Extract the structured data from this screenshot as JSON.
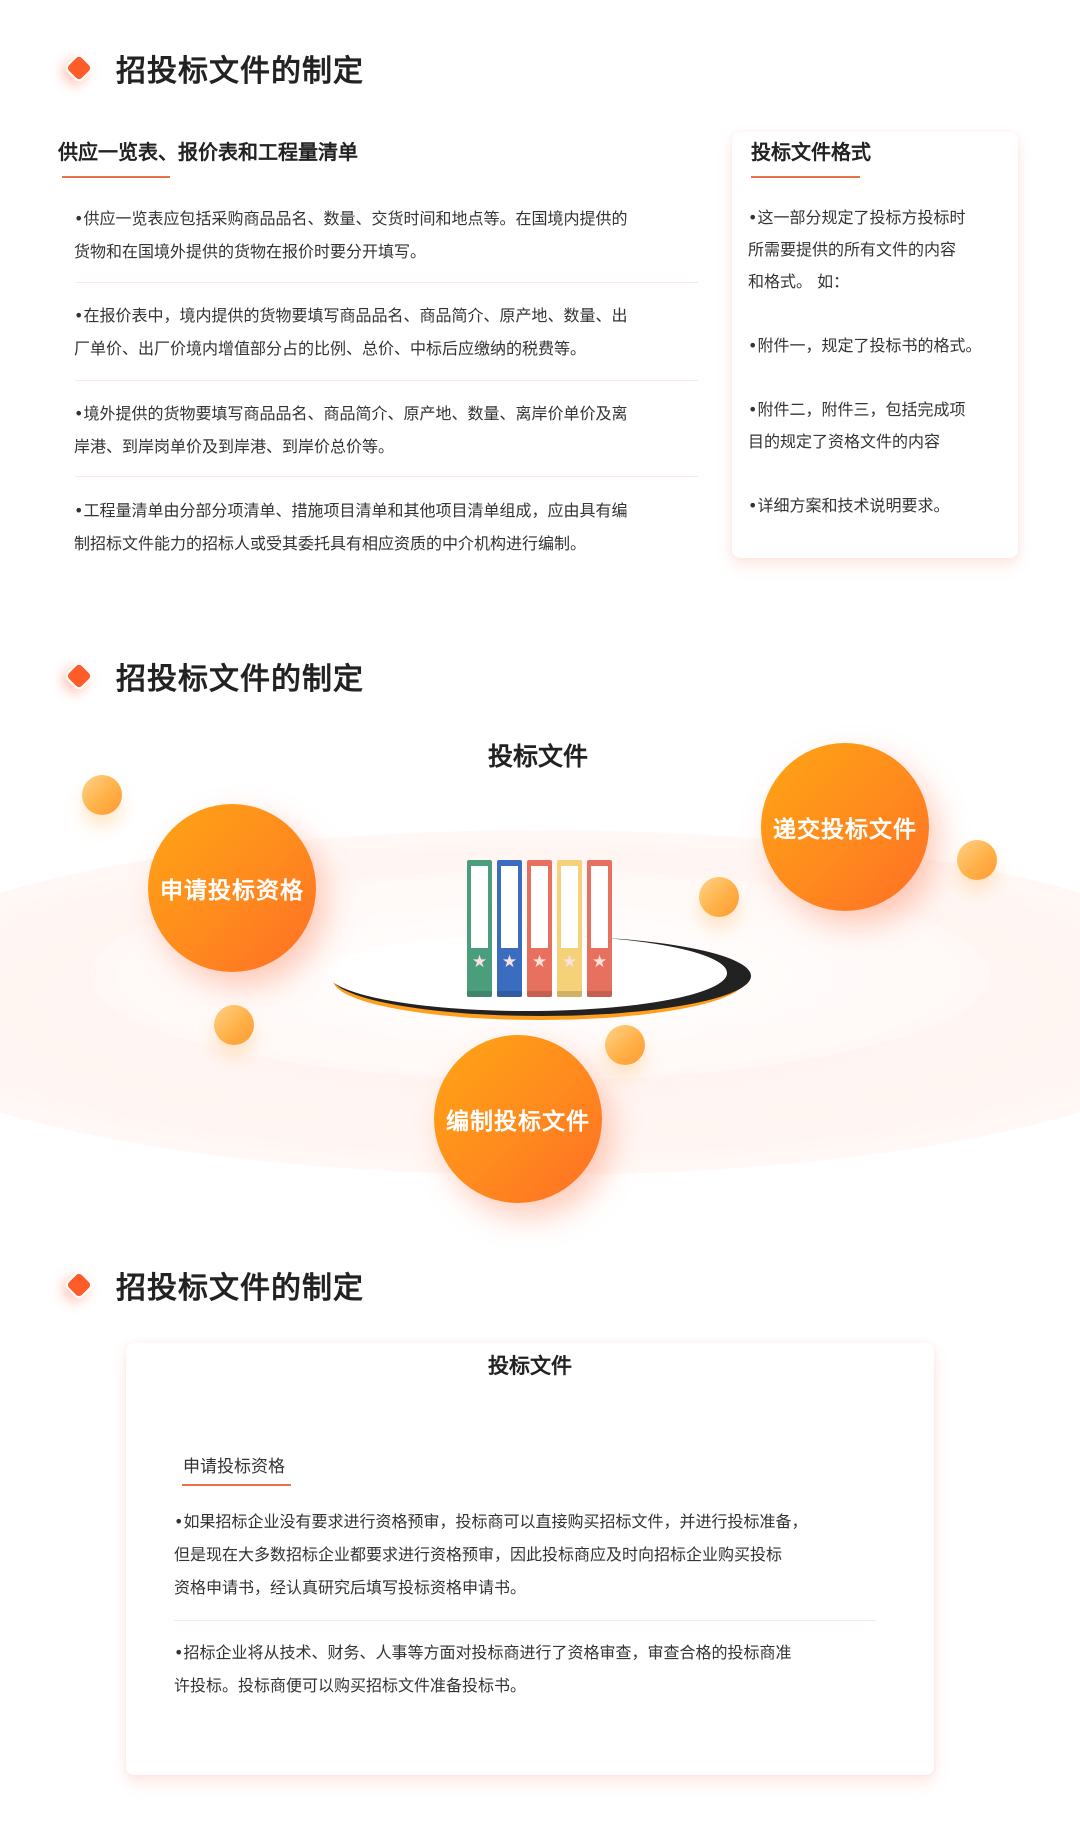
{
  "section1": {
    "title": "招投标文件的制定",
    "left": {
      "heading": "供应一览表、报价表和工程量清单",
      "items": [
        {
          "line1": "•供应一览表应包括采购商品品名、数量、交货时间和地点等。在国境内提供的",
          "line2": "货物和在国境外提供的货物在报价时要分开填写。"
        },
        {
          "line1": "•在报价表中，境内提供的货物要填写商品品名、商品简介、原产地、数量、出",
          "line2": "厂单价、出厂价境内增值部分占的比例、总价、中标后应缴纳的税费等。"
        },
        {
          "line1": "•境外提供的货物要填写商品品名、商品简介、原产地、数量、离岸价单价及离",
          "line2": "岸港、到岸岗单价及到岸港、到岸价总价等。"
        },
        {
          "line1": "•工程量清单由分部分项清单、措施项目清单和其他项目清单组成，应由具有编",
          "line2": "制招标文件能力的招标人或受其委托具有相应资质的中介机构进行编制。"
        }
      ]
    },
    "right": {
      "heading": "投标文件格式",
      "lines": [
        "•这一部分规定了投标方投标时",
        "所需要提供的所有文件的内容",
        "和格式。 如：",
        "•附件一，规定了投标书的格式。",
        "•附件二，附件三，包括完成项",
        "目的规定了资格文件的内容",
        "•详细方案和技术说明要求。"
      ]
    }
  },
  "section2": {
    "title": "招投标文件的制定",
    "center_label": "投标文件",
    "nodes": [
      {
        "label": "申请投标资格"
      },
      {
        "label": "递交投标文件"
      },
      {
        "label": "编制投标文件"
      }
    ],
    "binders": [
      {
        "color": "#4a9e7e",
        "icon": "★"
      },
      {
        "color": "#3a6cc0",
        "icon": "★"
      },
      {
        "color": "#e8705e",
        "icon": "★"
      },
      {
        "color": "#f5d27a",
        "icon": "★"
      },
      {
        "color": "#e8705e",
        "icon": "★"
      }
    ]
  },
  "section3": {
    "title": "招投标文件的制定",
    "card_title": "投标文件",
    "subheading": "申请投标资格",
    "items": [
      {
        "lines": [
          "•如果招标企业没有要求进行资格预审，投标商可以直接购买招标文件，并进行投标准备，",
          "但是现在大多数招标企业都要求进行资格预审，因此投标商应及时向招标企业购买投标",
          "资格申请书，经认真研究后填写投标资格申请书。"
        ]
      },
      {
        "lines": [
          "•招标企业将从技术、财务、人事等方面对投标商进行了资格审查，审查合格的投标商准",
          "许投标。投标商便可以购买招标文件准备投标书。"
        ]
      }
    ]
  },
  "colors": {
    "accent": "#ff5c2a",
    "underline": "#e8714a",
    "ball": "#ff8a1e"
  }
}
